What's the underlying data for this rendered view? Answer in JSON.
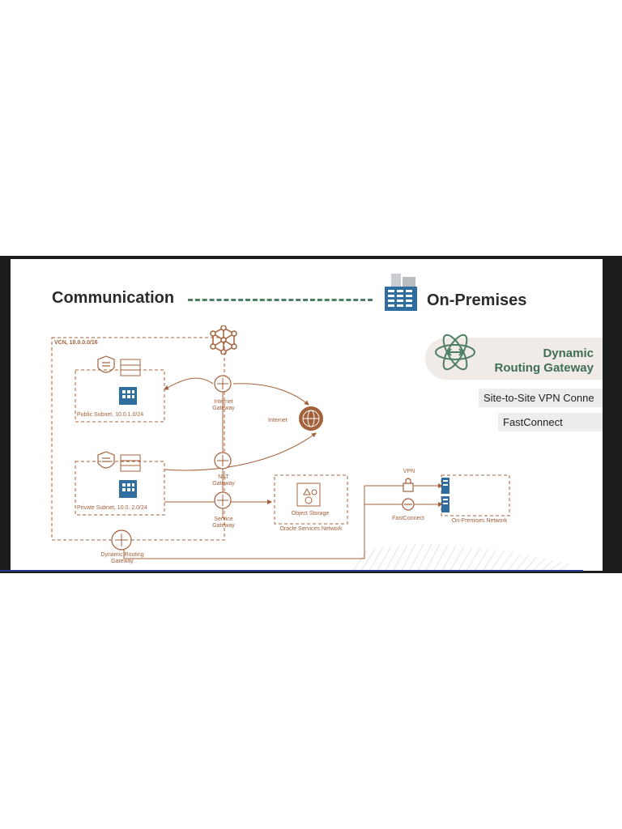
{
  "titles": {
    "left": "Communication",
    "right": "On-Premises"
  },
  "drg_panel": {
    "line1": "Dynamic",
    "line2": "Routing Gateway"
  },
  "options": {
    "vpn": "Site-to-Site VPN Conne",
    "fastconnect": "FastConnect"
  },
  "diagram": {
    "vcn_label": "VCN, 10.0.0.0/16",
    "public_subnet": "Public Subnet, 10.0.1.0/24",
    "private_subnet": "Private Subnet, 10.0. 2.0/24",
    "internet_gateway_1": "Internet",
    "internet_gateway_2": "Gateway",
    "internet": "Internet",
    "nat_gateway_1": "NAT",
    "nat_gateway_2": "Gateway",
    "service_gateway_1": "Service",
    "service_gateway_2": "Gateway",
    "object_storage": "Object Storage",
    "oracle_services_network": "Oracle Services Network",
    "vpn": "VPN",
    "fastconnect": "FastConnect",
    "on_premises_network": "On-Premises Network",
    "drg_1": "Dynamic Routing",
    "drg_2": "Gateway"
  },
  "colors": {
    "accent_orange": "#a4603a",
    "green": "#4e7f63",
    "title_text": "#2b2b2b",
    "slide_frame": "#1b1d1c",
    "icon_blue": "#2f6e9e"
  }
}
